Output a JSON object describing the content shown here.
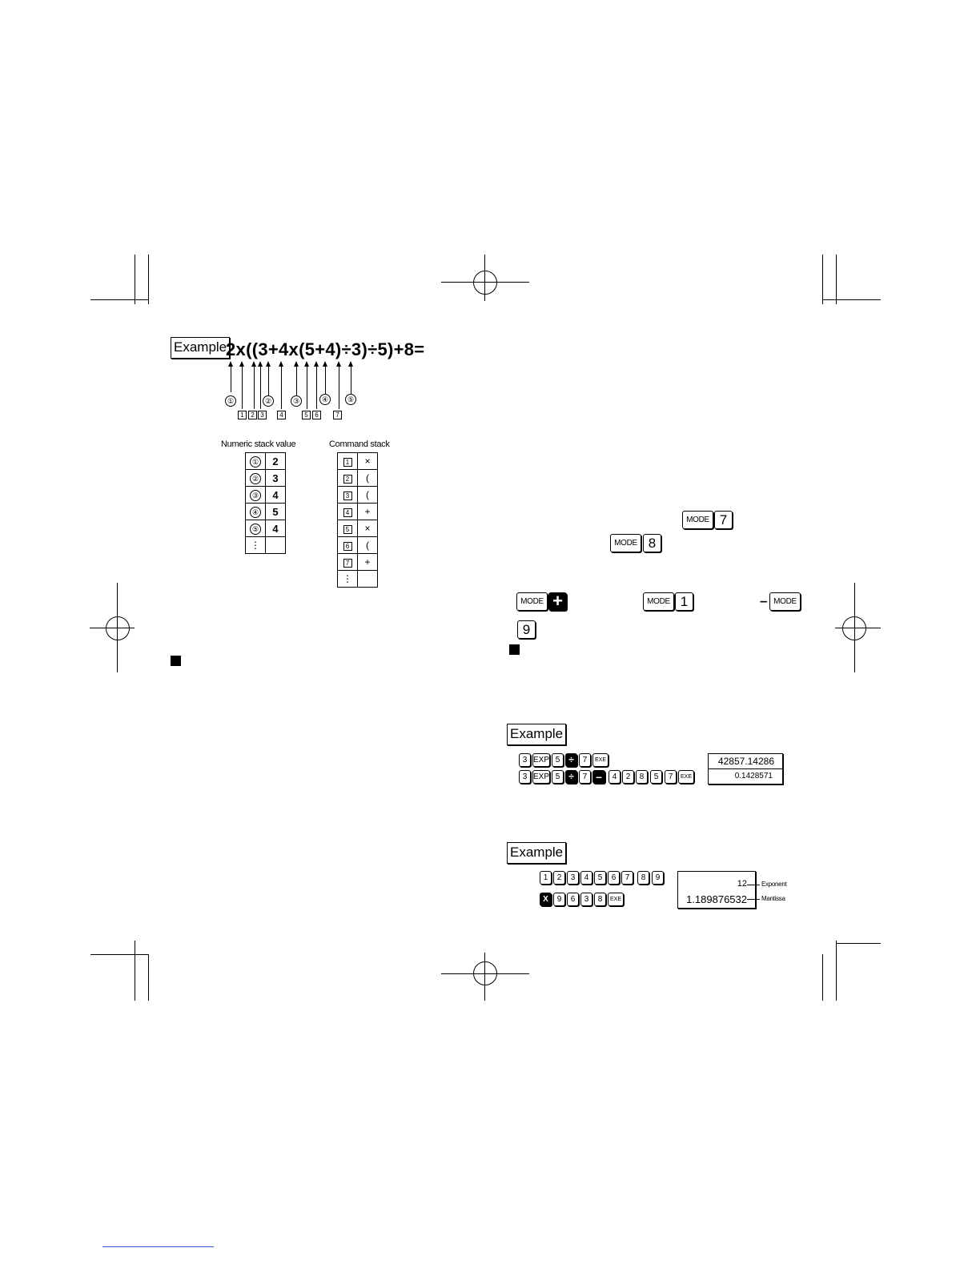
{
  "left": {
    "example_label": "Example",
    "expression": "2x((3+4x(5+4)÷3)÷5)+8=",
    "circled_markers": [
      "①",
      "②",
      "③",
      "④",
      "⑤"
    ],
    "boxed_markers": [
      "1",
      "2",
      "3",
      "4",
      "5",
      "6",
      "7"
    ],
    "numeric_stack": {
      "title": "Numeric stack value",
      "rows": [
        {
          "idx": "①",
          "val": "2"
        },
        {
          "idx": "②",
          "val": "3"
        },
        {
          "idx": "③",
          "val": "4"
        },
        {
          "idx": "④",
          "val": "5"
        },
        {
          "idx": "⑤",
          "val": "4"
        },
        {
          "idx": "⋮",
          "val": ""
        }
      ]
    },
    "command_stack": {
      "title": "Command stack",
      "rows": [
        {
          "idx": "1",
          "val": "×"
        },
        {
          "idx": "2",
          "val": "("
        },
        {
          "idx": "3",
          "val": "("
        },
        {
          "idx": "4",
          "val": "+"
        },
        {
          "idx": "5",
          "val": "×"
        },
        {
          "idx": "6",
          "val": "("
        },
        {
          "idx": "7",
          "val": "+"
        },
        {
          "idx": "⋮",
          "val": ""
        }
      ]
    }
  },
  "right": {
    "keys": {
      "mode": "MODE",
      "seven": "7",
      "eight": "8",
      "one": "1",
      "nine": "9",
      "plus": "+",
      "minus_prefix": "–"
    },
    "example1": {
      "label": "Example",
      "row1_keys": [
        "3",
        "EXP",
        "5",
        "÷",
        "7",
        "EXE"
      ],
      "row2_keys": [
        "3",
        "EXP",
        "5",
        "÷",
        "7",
        "–",
        "4",
        "2",
        "8",
        "5",
        "7",
        "EXE"
      ],
      "display_line1": "42857.14286",
      "display_line2": "0.1428571"
    },
    "example2": {
      "label": "Example",
      "row1_keys": [
        "1",
        "2",
        "3",
        "4",
        "5",
        "6",
        "7",
        "8",
        "9"
      ],
      "row2_keys": [
        "X",
        "9",
        "6",
        "3",
        "8",
        "EXE"
      ],
      "exponent_value": "12",
      "mantissa_value": "1.189876532",
      "exponent_label": "Exponent",
      "mantissa_label": "Mantissa"
    }
  }
}
